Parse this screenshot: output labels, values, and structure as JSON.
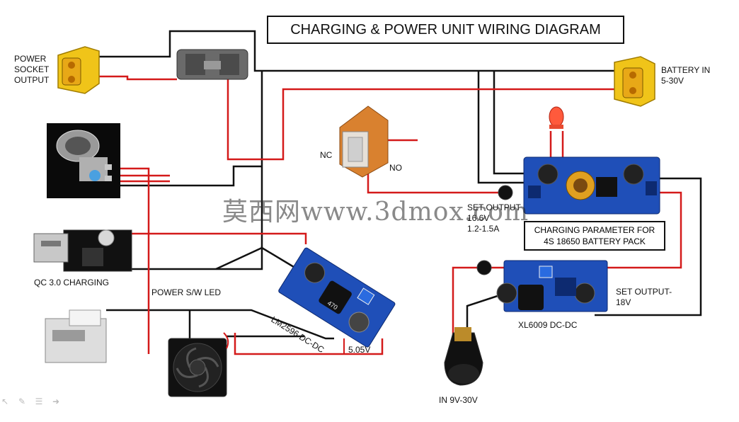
{
  "title": "CHARGING & POWER UNIT WIRING DIAGRAM",
  "labels": {
    "power_socket": [
      "POWER",
      "SOCKET",
      "OUTPUT"
    ],
    "battery_in": [
      "BATTERY IN",
      "5-30V"
    ],
    "nc": "NC",
    "no": "NO",
    "set_output_1": [
      "SET OUTPUT",
      "16.6V",
      "1.2-1.5A"
    ],
    "charging_param": [
      "CHARGING PARAMETER FOR",
      "4S 18650 BATTERY PACK"
    ],
    "qc_charging": "QC 3.0 CHARGING",
    "power_sw_led": "POWER S/W LED",
    "lm2596": "LM2596 DC-DC",
    "v505": "5.05V",
    "xl6009": "XL6009 DC-DC",
    "set_output_2": [
      "SET OUTPUT-",
      "18V"
    ],
    "in_9v": "IN 9V-30V",
    "pot_470": "470"
  },
  "watermark": "莫西网www.3dmox.com",
  "toolbar": [
    "pointer-icon",
    "pen-icon",
    "menu-icon",
    "forward-icon"
  ],
  "colors": {
    "wire_red": "#d41a1a",
    "wire_black": "#111111",
    "pcb_blue": "#1f4fb8",
    "xt60_yellow": "#f0c419"
  }
}
